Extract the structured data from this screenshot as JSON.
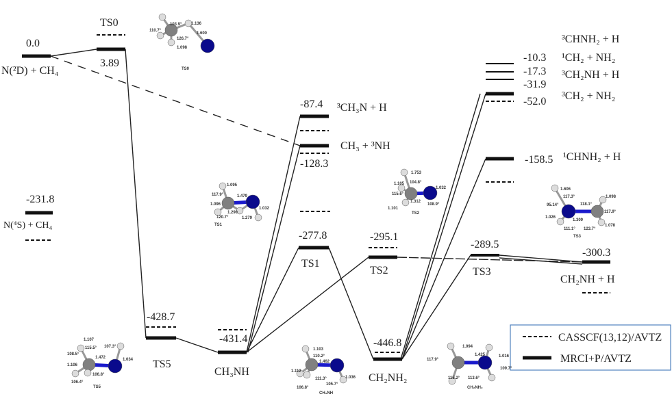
{
  "legend": {
    "casscf": "CASSCF(13,12)/AVTZ",
    "mrci": "MRCI+P/AVTZ",
    "border_color": "#4f81bd"
  },
  "levels": {
    "reactant_2D": {
      "value": "0.0",
      "label": "N(²D) + CH₄"
    },
    "ts0": {
      "value": "3.89",
      "label": "TS0"
    },
    "reactant_4S": {
      "value": "-231.8",
      "label": "N(⁴S) + CH₄"
    },
    "ts5": {
      "value": "-428.7",
      "label": "TS5"
    },
    "ch3nh": {
      "value": "-431.4",
      "label": "CH₃NH"
    },
    "ch3n_h": {
      "value": "-87.4",
      "label": "³CH₃N + H"
    },
    "ch3_nh": {
      "value": "-128.3",
      "label": "CH₃ + ³NH"
    },
    "ts1": {
      "value": "-277.8",
      "label": "TS1"
    },
    "ts2": {
      "value": "-295.1",
      "label": "TS2"
    },
    "ch2nh2": {
      "value": "-446.8",
      "label": "CH₂NH₂"
    },
    "ts3": {
      "value": "-289.5",
      "label": "TS3"
    },
    "ch2nh_h": {
      "value": "-300.3",
      "label": "CH₂NH + H"
    },
    "chnh2_3": {
      "value": "-10.3",
      "label": "³CHNH₂ + H"
    },
    "ch2_nh2_1": {
      "value": "-17.3",
      "label": "¹CH₂ + NH₂"
    },
    "ch2nh_3": {
      "value": "-31.9",
      "label": "³CH₂NH + H"
    },
    "ch2_nh2_3": {
      "value": "-52.0",
      "label": "³CH₂ + NH₂"
    },
    "chnh2_1": {
      "value": "-158.5",
      "label": "¹CHNH₂ + H"
    }
  },
  "structures": {
    "ts0": {
      "label": "TS0",
      "params": [
        "103.9°",
        "1.136",
        "110.7°",
        "126.7°",
        "1.600",
        "1.098"
      ]
    },
    "ts1": {
      "label": "TS1",
      "params": [
        "1.095",
        "117.9°",
        "1.479",
        "1.096",
        "1.290",
        "1.032",
        "120.7°",
        "1.279"
      ]
    },
    "ts2": {
      "label": "TS2",
      "params": [
        "1.753",
        "1.105",
        "104.8°",
        "1.032",
        "115.6°",
        "1.312",
        "108.9°",
        "1.101"
      ]
    },
    "ts3": {
      "label": "TS3",
      "params": [
        "1.606",
        "117.3°",
        "1.098",
        "95.14°",
        "118.1°",
        "117.9°",
        "1.026",
        "1.309",
        "1.078",
        "111.1°",
        "123.7°"
      ]
    },
    "ts5": {
      "label": "TS5",
      "params": [
        "1.107",
        "115.5°",
        "107.3°",
        "108.5°",
        "1.472",
        "1.034",
        "1.106",
        "106.8°",
        "106.4°"
      ]
    },
    "ch3nh": {
      "label": "CH₃NH",
      "params": [
        "1.103",
        "110.2°",
        "1.462",
        "1.112",
        "1.036",
        "111.3°",
        "105.7°",
        "106.8°"
      ]
    },
    "ch2nh2": {
      "label": "CH₂NH₂",
      "params": [
        "1.094",
        "1.425",
        "1.016",
        "117.9°",
        "109.7°",
        "115.2°",
        "113.6°"
      ]
    }
  },
  "atom_colors": {
    "carbon": "#808080",
    "nitrogen": "#0a0a8c",
    "hydrogen": "#dcdcdc"
  }
}
